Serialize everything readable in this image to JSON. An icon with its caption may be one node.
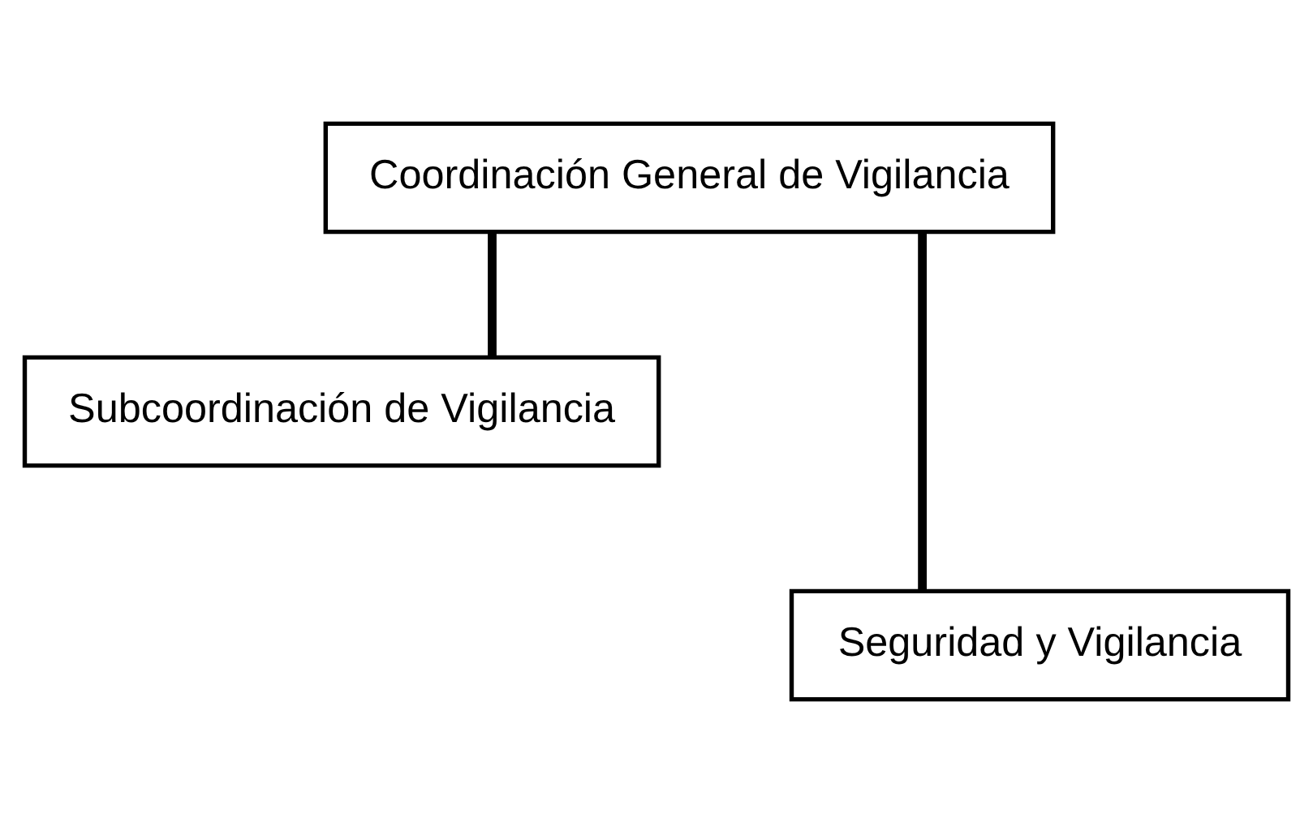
{
  "diagram": {
    "nodes": [
      {
        "text": [
          "Coordinación General de Vigilancia"
        ]
      },
      {
        "text": [
          "Subcoordinación de Vigilancia"
        ]
      },
      {
        "text": [
          "Seguridad y Vigilancia"
        ]
      }
    ],
    "edges": [
      {
        "from": 0,
        "to": 1,
        "arrow": "none"
      },
      {
        "from": 0,
        "to": 2,
        "arrow": "none"
      }
    ]
  }
}
